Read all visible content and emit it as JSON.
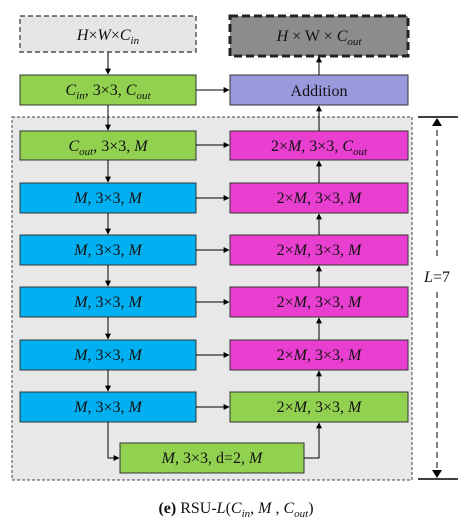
{
  "input_node": {
    "H": "H",
    "x1": "×",
    "W": "W",
    "x2": "×",
    "C": "C",
    "sub": "in"
  },
  "output_node": {
    "H": "H",
    "rest": " × W × ",
    "C": "C",
    "sub": "out"
  },
  "addition_label": "Addition",
  "conv_in": {
    "C": "C",
    "sub": "in",
    "rest": ", 3×3, ",
    "C2": "C",
    "sub2": "out"
  },
  "enc0": {
    "C": "C",
    "sub": "out",
    "rest": ", 3×3, ",
    "M": "M"
  },
  "enc_block": {
    "M1": "M",
    "rest": ", 3×3, ",
    "M2": "M"
  },
  "bottom": {
    "M": "M",
    "rest": ", 3×3, d=2, ",
    "M2": "M"
  },
  "dec0": {
    "pre": "2×",
    "M": "M",
    "rest": ", 3×3, ",
    "C": "C",
    "sub": "out"
  },
  "dec_block": {
    "pre": "2×",
    "M1": "M",
    "rest": ", 3×3, ",
    "M2": "M"
  },
  "depth": {
    "L": "L",
    "eq": "=7"
  },
  "caption": {
    "tag": "(e)",
    "name": " RSU-",
    "L": "L",
    "open": "(",
    "C1": "C",
    "s1": "in",
    "comma1": ", ",
    "M": "M",
    "comma2": " , ",
    "C2": "C",
    "s2": "out",
    "close": ")"
  },
  "colors": {
    "green": "#92d050",
    "blue": "#00b0f0",
    "magenta": "#e83fd0",
    "purple": "#9999dd",
    "gray_input": "#e6e6e6",
    "gray_output": "#8c8c8c",
    "panel": "#e8e8e8"
  }
}
